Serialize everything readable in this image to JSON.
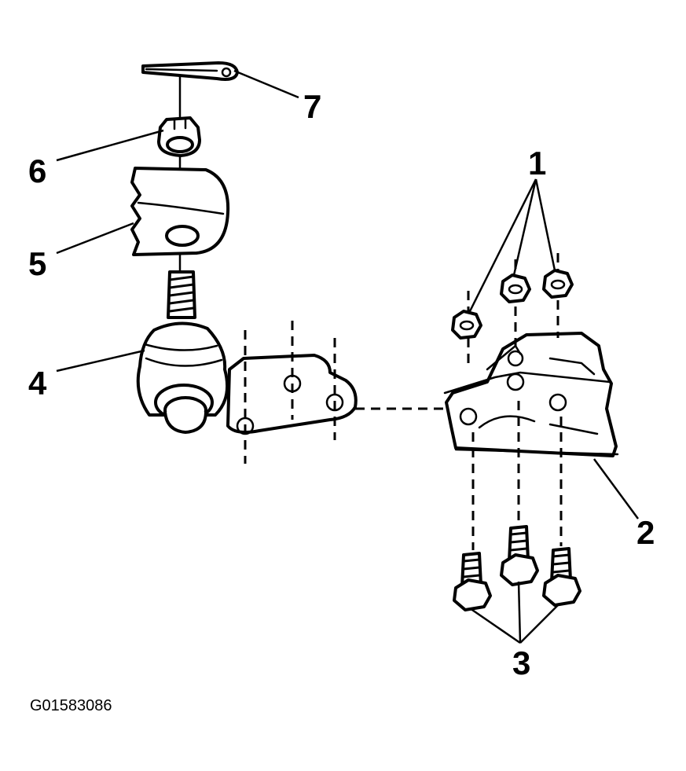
{
  "figure_id": "G01583086",
  "callouts": {
    "c1": "1",
    "c2": "2",
    "c3": "3",
    "c4": "4",
    "c5": "5",
    "c6": "6",
    "c7": "7"
  }
}
